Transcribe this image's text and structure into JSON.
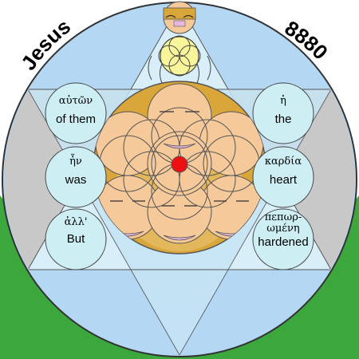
{
  "header": {
    "left_word": "Jesus",
    "right_number": "8880"
  },
  "words": {
    "left": [
      {
        "greek": "αὐτῶν",
        "english": "of them"
      },
      {
        "greek": "ἦν",
        "english": "was"
      },
      {
        "greek": "ἀλλ'",
        "english": "But"
      }
    ],
    "right": [
      {
        "greek": "ἡ",
        "english": "the"
      },
      {
        "greek": "καρδία",
        "english": "heart"
      },
      {
        "greek_line1": "πεπωρ-",
        "greek_line2": "ωμένη",
        "english": "hardened"
      }
    ]
  },
  "colors": {
    "sky": "#b4d8f4",
    "grass": "#3ca73c",
    "gray_band": "#c8c8c8",
    "triangle_light": "#d8eef8",
    "word_circle": "#cdeff4",
    "gold_disc": "#d9a63a",
    "peach": "#f5c99a",
    "petal": "#f5d79a",
    "pink": "#e6b8e0",
    "red_dot": "#ee1111"
  },
  "icons": [
    "flower-of-life-icon",
    "face-icon",
    "red-center-dot-icon",
    "star-of-david-icon"
  ]
}
